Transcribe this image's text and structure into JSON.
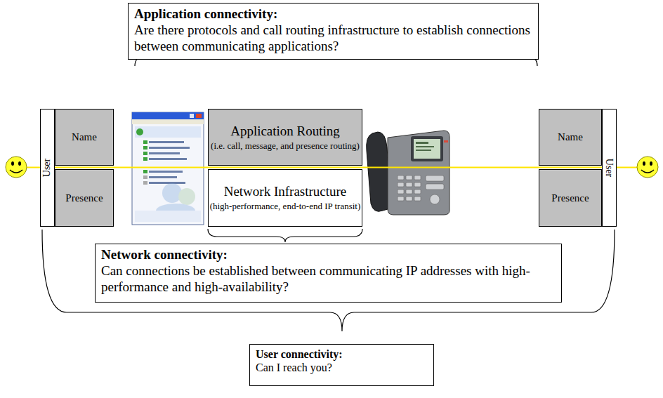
{
  "diagram": {
    "nodes": [
      {
        "text": [
          "Application connectivity:",
          "Are there protocols and call routing infrastructure to establish connections between communicating applications?"
        ]
      },
      {
        "text": [
          "User"
        ]
      },
      {
        "text": [
          "Name"
        ]
      },
      {
        "text": [
          "Presence"
        ]
      },
      {
        "text": [
          "Application Routing",
          "(i.e. call, message, and presence routing)"
        ]
      },
      {
        "text": [
          "Network Infrastructure",
          "(high-performance, end-to-end IP transit)"
        ]
      },
      {
        "text": [
          "Name"
        ]
      },
      {
        "text": [
          "Presence"
        ]
      },
      {
        "text": [
          "User"
        ]
      },
      {
        "text": [
          "Network connectivity:",
          "Can connections be established between communicating IP addresses with high-performance and high-availability?"
        ]
      },
      {
        "text": [
          "User connectivity:",
          "Can I reach you?"
        ]
      }
    ]
  }
}
